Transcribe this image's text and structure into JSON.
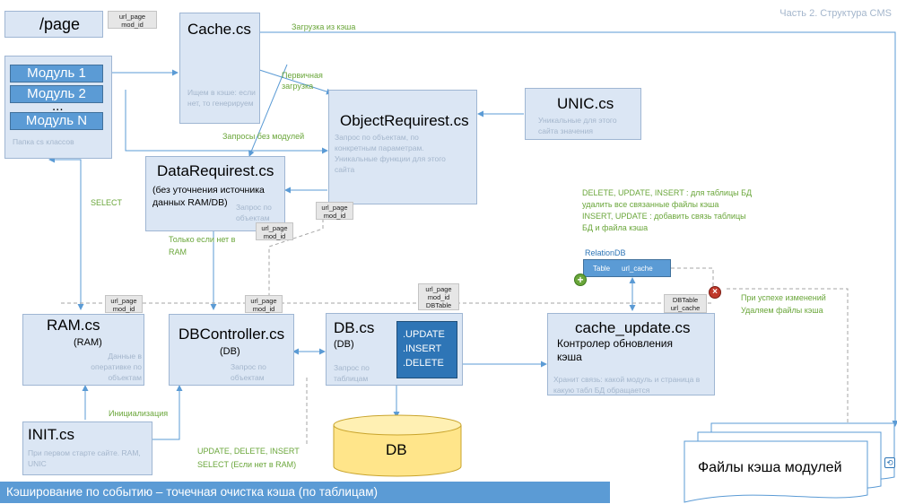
{
  "header": {
    "subtitle": "Часть 2. Структура CMS"
  },
  "nodes": {
    "page": {
      "title": "/page"
    },
    "modules": {
      "items": [
        "Модуль 1",
        "Модуль 2",
        "...",
        "Модуль N"
      ],
      "caption": "Папка cs классов"
    },
    "cache": {
      "title": "Cache.cs",
      "note": "Ищем в кэше: если нет, то генерируем"
    },
    "unic": {
      "title": "UNIC.cs",
      "note": "Уникальные для этого сайта значения"
    },
    "objectrequirest": {
      "title": "ObjectRequirest.cs",
      "note": "Запрос по объектам, по конкретным параметрам. Уникальные функции для этого сайта"
    },
    "datarequirest": {
      "title": "DataRequirest.cs",
      "subtitle": "(без уточнения источника данных RAM/DB)",
      "note": "Запрос по объектам"
    },
    "ram": {
      "title": "RAM.cs",
      "subtitle": "(RAM)",
      "note": "Данные в оперативке по объектам"
    },
    "dbcontroller": {
      "title": "DBController.cs",
      "subtitle": "(DB)",
      "note": "Запрос по объектам"
    },
    "db": {
      "title": "DB.cs",
      "subtitle": "(DB)",
      "note": "Запрос по таблицам",
      "methods": [
        ".UPDATE",
        ".INSERT",
        ".DELETE"
      ]
    },
    "cacheupdate": {
      "title": "cache_update.cs",
      "subtitle": "Контролер обновления кэша",
      "note": "Хранит связь: какой модуль и страница в какую табл БД обращается"
    },
    "init": {
      "title": "INIT.cs",
      "note": "При первом старте сайте. RAM, UNIC"
    },
    "dbcyl": {
      "title": "DB"
    },
    "cachefiles": {
      "title": "Файлы кэша модулей"
    },
    "relationdb": {
      "title": "RelationDB",
      "col1": "Table",
      "col2": "url_cache"
    }
  },
  "tags": {
    "t1": [
      "url_page",
      "mod_id"
    ],
    "t2": [
      "url_page",
      "mod_id"
    ],
    "t3": [
      "url_page",
      "mod_id"
    ],
    "t4": [
      "url_page",
      "mod_id"
    ],
    "t5": [
      "url_page",
      "mod_id"
    ],
    "t6": [
      "url_page",
      "mod_id",
      "DBTable"
    ],
    "t7": [
      "DBTable",
      "url_cache"
    ]
  },
  "labels": {
    "load_from_cache": "Загрузка из кэша",
    "first_load": "Первичная загрузка",
    "requests_without_modules": "Запросы без модулей",
    "select": "SELECT",
    "only_if_not_ram": "Только если нет в RAM",
    "init_label": "Инициализация",
    "update_delete": "UPDATE, DELETE, INSERT",
    "select_if_not_ram": "SELECT (Если нет в RAM)",
    "success_change": "При успехе изменений",
    "delete_cache_files": "Удаляем файлы кэша",
    "note_line1": "DELETE, UPDATE, INSERT : для таблицы БД",
    "note_line2": "удалить все связанные файлы кэша",
    "note_line3": "INSERT, UPDATE : добавить связь таблицы",
    "note_line4": "БД и файла кэша"
  },
  "footer": {
    "banner": "Кэширование по событию – точечная очистка кэша (по таблицам)"
  },
  "colors": {
    "box_fill": "#dbe6f4",
    "accent": "#5b9bd5",
    "green": "#6aa63a",
    "line": "#5b9bd5"
  }
}
